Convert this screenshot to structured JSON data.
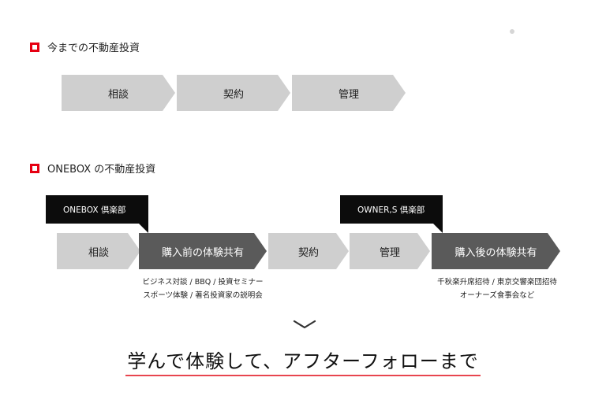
{
  "section1": {
    "title": "今までの不動産投資",
    "steps": [
      "相談",
      "契約",
      "管理"
    ]
  },
  "section2": {
    "title": "ONEBOX の不動産投資",
    "clubs": [
      "ONEBOX 倶楽部",
      "OWNER,S 倶楽部"
    ],
    "steps": [
      "相談",
      "購入前の体験共有",
      "契約",
      "管理",
      "購入後の体験共有"
    ],
    "notes_left": [
      "ビジネス対談 / BBQ / 投資セミナー",
      "スポーツ体験 / 著名投資家の説明会"
    ],
    "notes_right": [
      "千秋楽升席招待 / 東京交響楽団招待",
      "オーナーズ食事会など"
    ]
  },
  "headline": "学んで体験して、アフターフォローまで",
  "colors": {
    "accent": "#e60012",
    "underline": "#e8454f",
    "step_light": "#cfcfcf",
    "step_dark": "#5a5a5a",
    "club_bg": "#0c0c0c"
  },
  "icons": [
    "square-bullet-icon",
    "chevron-down-icon"
  ]
}
